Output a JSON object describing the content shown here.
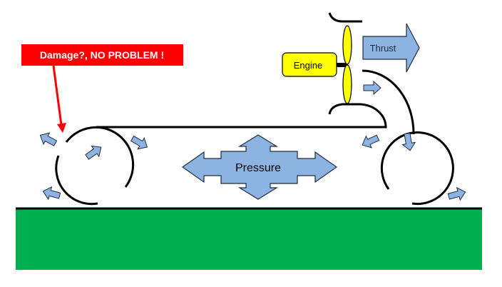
{
  "labels": {
    "damage": "Damage?, NO PROBLEM !",
    "engine": "Engine",
    "thrust": "Thrust",
    "pressure": "Pressure"
  },
  "colors": {
    "ground": "#00b050",
    "arrow_fill": "#8db3e2",
    "engine_fill": "#ffff00",
    "callout": "#ff0000",
    "line": "#000000"
  },
  "icons": {
    "airflow": "small-arrow",
    "propeller": "two-blade-propeller"
  }
}
